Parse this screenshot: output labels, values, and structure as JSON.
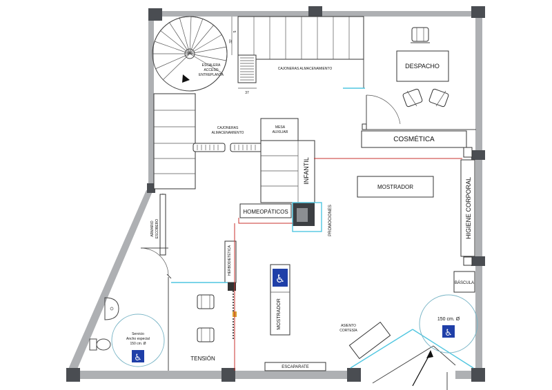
{
  "rooms": {
    "despacho": "DESPACHO",
    "cosmetica": "COSMÉTICA",
    "higiene_corporal": "HIGIENE CORPORAL",
    "mostrador_main": "MOSTRADOR",
    "mostrador_vertical": "MOSTRADOR",
    "infantil": "INFANTIL",
    "homeopaticos": "HOMEOPÁTICOS",
    "promociones": "PROMOCIONES",
    "dermocosmetica": "HERBODIETÉTICA",
    "bascula": "BÁSCULA",
    "tension": "TENSIÓN",
    "escaparate": "ESCAPARATE",
    "asiento": [
      "ASIENTO",
      "CORTESÍA"
    ],
    "armario": [
      "ARMARIO",
      "ESCOBERO"
    ],
    "escalera": [
      "ESCALERA",
      "ACCESO",
      "ENTREPLANTA"
    ],
    "cajoneras_top": "CAJONERAS ALMACENAMIENTO",
    "cajoneras_mid": [
      "CAJONERAS",
      "ALMACENAMIENTO"
    ],
    "mesa_auxiliar": [
      "MESA",
      "AUXILIAR"
    ],
    "servicio": [
      "Servicio",
      "Ancho especial",
      "150 cm. Ø"
    ],
    "circle_150": "150 cm. Ø"
  },
  "dimensions": [
    "32",
    "5",
    "37"
  ],
  "icons": [
    "wheelchair-icon",
    "chair-icon",
    "toilet-icon",
    "sink-icon",
    "entrance-arrow-icon"
  ],
  "colors": {
    "wall": "#aeb0b3",
    "column": "#4a4d52",
    "accessible": "#1f3fa8",
    "cyan": "#4fc6e0",
    "red": "#c9302c"
  }
}
